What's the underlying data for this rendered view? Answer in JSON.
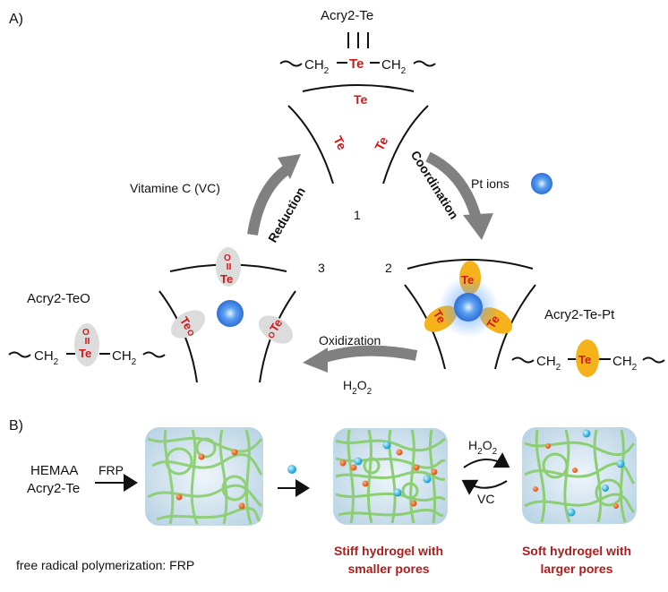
{
  "panel_a_label": "A)",
  "panel_b_label": "B)",
  "acry2te": {
    "label": "Acry2-Te",
    "ch2": "CH",
    "sub2": "2",
    "te": "Te"
  },
  "acry2teo": {
    "label": "Acry2-TeO",
    "ch2": "CH",
    "sub2": "2",
    "te": "Te",
    "o": "O"
  },
  "acry2tept": {
    "label": "Acry2-Te-Pt",
    "ch2": "CH",
    "sub2": "2",
    "te": "Te"
  },
  "states": {
    "s1": "1",
    "s2": "2",
    "s3": "3"
  },
  "arrows": {
    "reduction": "Reduction",
    "coordination": "Coordination",
    "oxidization": "Oxidization",
    "vitamin_c": "Vitamine C (VC)",
    "pt_ions": "Pt ions",
    "h2o2_h": "H",
    "h2o2_2a": "2",
    "h2o2_o": "O",
    "h2o2_2b": "2"
  },
  "panel_b": {
    "hemaa": "HEMAA",
    "acry2te": "Acry2-Te",
    "frp": "FRP",
    "frp_note": "free radical polymerization: FRP",
    "vc": "VC",
    "stiff_line1": "Stiff hydrogel with",
    "stiff_line2": "smaller pores",
    "soft_line1": "Soft hydrogel with",
    "soft_line2": "larger pores"
  },
  "colors": {
    "te_red": "#d01818",
    "caption_red": "#b31b1b",
    "arrow_gray": "#808080",
    "pt_blue": "#4a90e8",
    "orange_lobe": "#f5b21a",
    "fiber_green": "#8ccf72",
    "gel_blue": "#d9e8f2"
  }
}
